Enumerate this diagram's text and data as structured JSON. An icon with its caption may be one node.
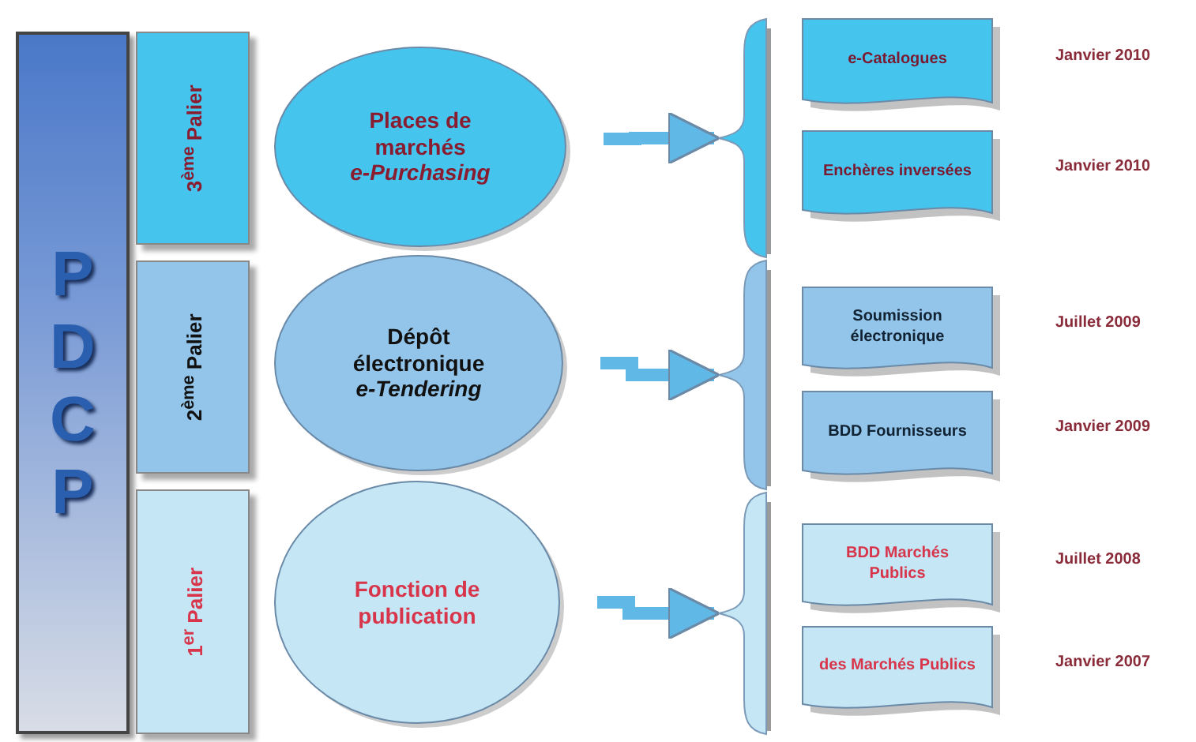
{
  "diagram": {
    "nodes": [
      {
        "text": [
          "PDCP"
        ]
      },
      {
        "text": [
          "3$^{ème}$ Palier"
        ]
      },
      {
        "text": [
          "2$^{ème}$ Palier"
        ]
      },
      {
        "text": [
          "1$^{er}$ Palier"
        ]
      },
      {
        "text": [
          "Places de marchés",
          "e-Purchasing"
        ]
      },
      {
        "text": [
          "Dépôt électronique",
          "e-Tendering"
        ]
      },
      {
        "text": [
          "Fonction de publication"
        ]
      },
      {
        "text": [],
        "shape": "brace"
      },
      {
        "text": [
          "e-Catalogues"
        ],
        "beside": [
          "Janvier 2010"
        ]
      },
      {
        "text": [
          "Enchères inversées"
        ],
        "beside": [
          "Janvier 2010"
        ]
      },
      {
        "text": [],
        "shape": "brace"
      },
      {
        "text": [
          "Soumission électronique"
        ],
        "beside": [
          "Juillet 2009"
        ]
      },
      {
        "text": [
          "BDD Fournisseurs"
        ],
        "beside": [
          "Janvier 2009"
        ]
      },
      {
        "text": [],
        "shape": "brace"
      },
      {
        "text": [
          "BDD Marchés Publics"
        ],
        "beside": [
          "Juillet 2008"
        ]
      },
      {
        "text": [
          "des Marchés Publics"
        ],
        "beside": [
          "Janvier 2007"
        ]
      }
    ],
    "edges": [
      {
        "from": 4,
        "to": 7,
        "arrow": "to"
      },
      {
        "from": 5,
        "to": 10,
        "arrow": "to"
      },
      {
        "from": 6,
        "to": 13,
        "arrow": "to"
      }
    ]
  }
}
